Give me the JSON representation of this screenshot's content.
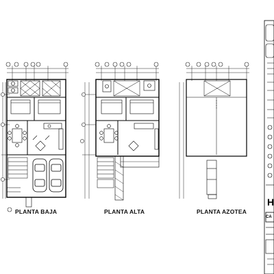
{
  "drawing": {
    "plans": [
      {
        "id": "baja",
        "label": "PLANTA BAJA"
      },
      {
        "id": "alta",
        "label": "PLANTA ALTA"
      },
      {
        "id": "azotea",
        "label": "PLANTA AZOTEA"
      }
    ],
    "title_block": {
      "big_letter": "H",
      "small_text": "CA"
    }
  }
}
